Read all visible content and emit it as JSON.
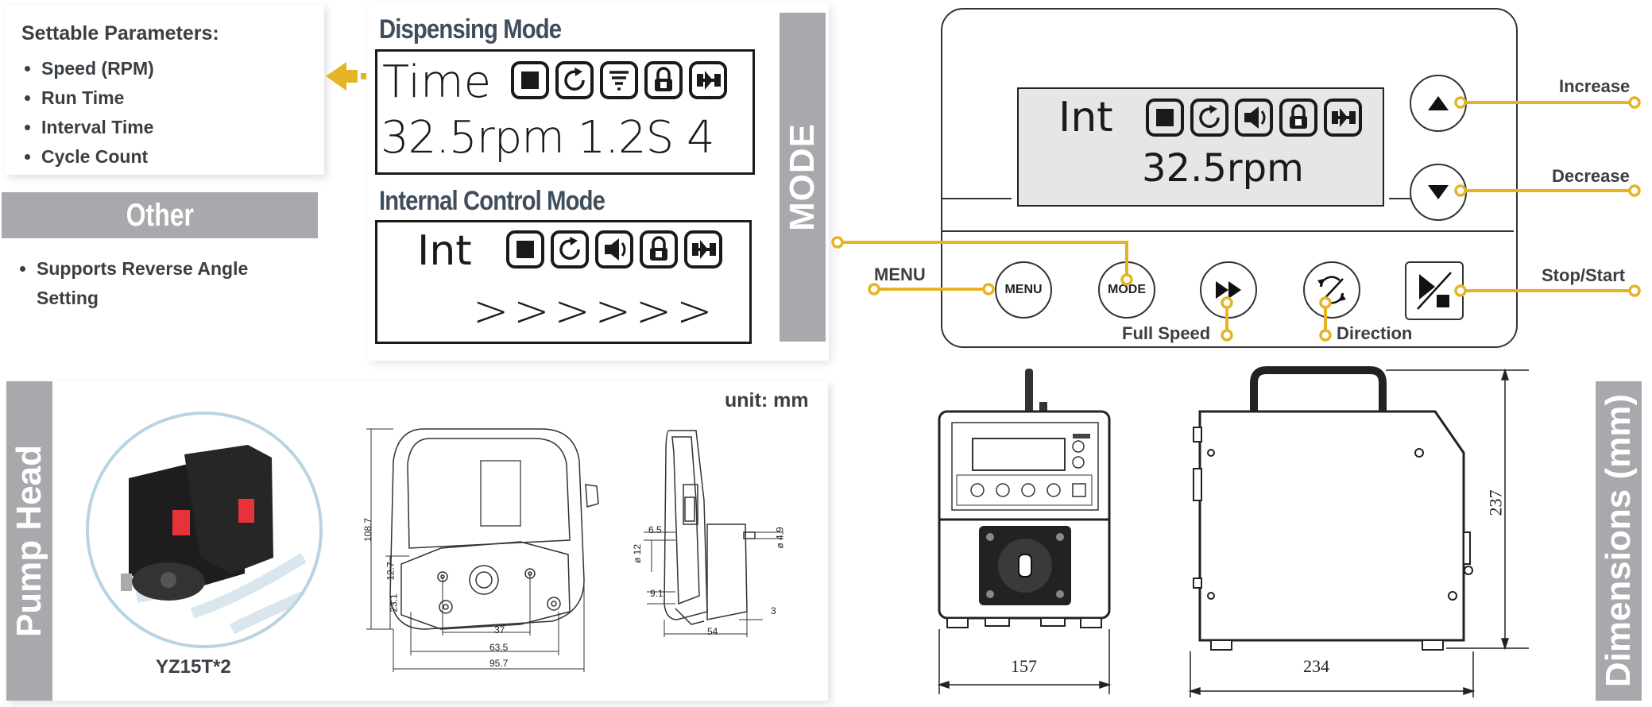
{
  "settable": {
    "title": "Settable Parameters:",
    "items": [
      "Speed (RPM)",
      "Run Time",
      "Interval Time",
      "Cycle Count"
    ]
  },
  "other": {
    "title": "Other",
    "items": [
      "Supports Reverse Angle Setting"
    ]
  },
  "dispensing": {
    "title": "Dispensing Mode",
    "line1": "Time",
    "line2": "32.5rpm 1.2S 4"
  },
  "internal": {
    "title": "Internal Control Mode",
    "line1": "Int",
    "line2": ">>>>>>"
  },
  "mode_bar": "MODE",
  "panel": {
    "lcd_line1": "Int",
    "lcd_line2": "32.5rpm",
    "menu_btn": "MENU",
    "mode_btn": "MODE",
    "labels": {
      "increase": "Increase",
      "decrease": "Decrease",
      "menu": "MENU",
      "stop_start": "Stop/Start",
      "full_speed": "Full Speed",
      "direction": "Direction"
    }
  },
  "pump_head": {
    "bar": "Pump Head",
    "model": "YZ15T*2",
    "unit": "unit: mm",
    "front_dims": [
      "108.7",
      "12.7",
      "23.1",
      "37",
      "63.5",
      "95.7"
    ],
    "side_dims": [
      "6.5",
      "ø 12",
      "9.1",
      "54",
      "ø 4.9",
      "3"
    ]
  },
  "dimensions": {
    "bar": "Dimensions (mm)",
    "width": "157",
    "depth": "234",
    "height": "237"
  },
  "colors": {
    "accent": "#e6b325",
    "bar": "#a7a9ac",
    "text": "#3a3f44",
    "lcd_bg": "#e6e6e6"
  }
}
